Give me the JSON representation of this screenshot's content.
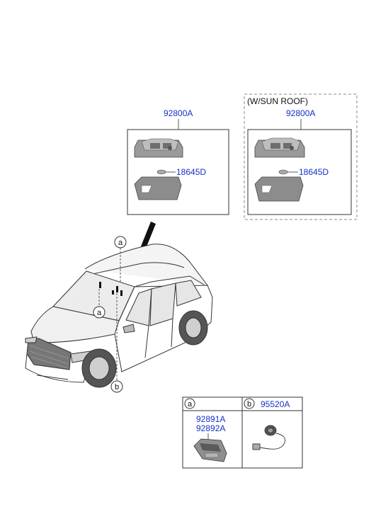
{
  "diagram": {
    "sunroof_label": "(W/SUN ROOF)",
    "assembly_left": "92800A",
    "assembly_right": "92800A",
    "bulb_left": "18645D",
    "bulb_right": "18645D",
    "callout_a": "a",
    "callout_b": "b",
    "table": {
      "cell_a_letter": "a",
      "cell_b_letter": "b",
      "cell_b_part": "95520A",
      "cell_a_part_1": "92891A",
      "cell_a_part_2": "92892A"
    }
  },
  "colors": {
    "part_number": "#1530c8",
    "line": "#333333",
    "dashed_frame": "#888888"
  }
}
